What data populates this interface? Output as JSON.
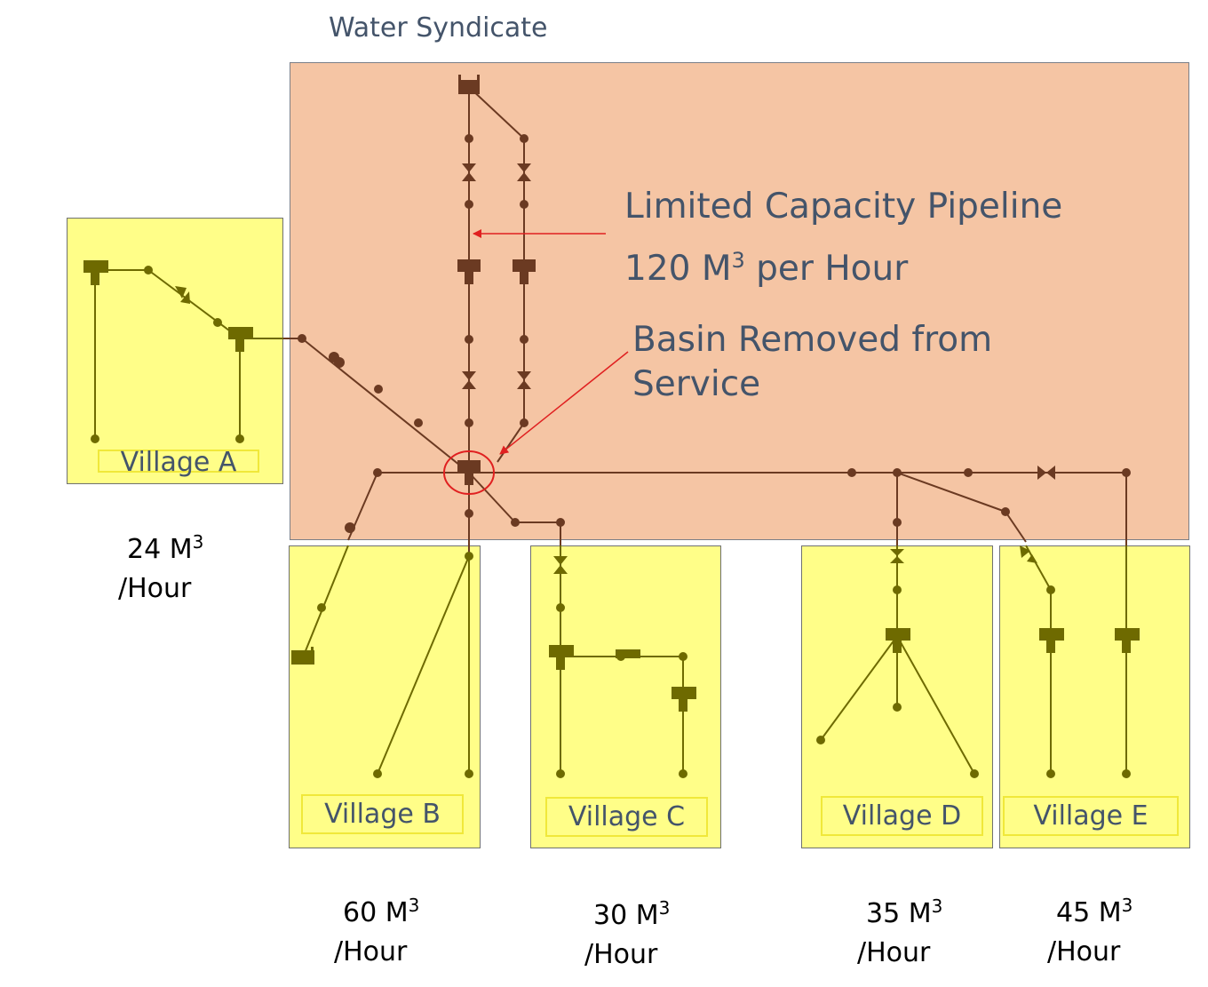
{
  "title": "Water Syndicate",
  "annotations": {
    "pipeline_line1": "Limited Capacity Pipeline",
    "pipeline_line2_prefix": "120 M",
    "pipeline_line2_sup": "3",
    "pipeline_line2_suffix": " per Hour",
    "basin_line1": "Basin Removed from",
    "basin_line2": "Service"
  },
  "villages": [
    {
      "label": "Village A",
      "rate_num": "24 M",
      "rate_sup": "3",
      "rate_unit": "/Hour"
    },
    {
      "label": "Village B",
      "rate_num": "60 M",
      "rate_sup": "3",
      "rate_unit": "/Hour"
    },
    {
      "label": "Village C",
      "rate_num": "30 M",
      "rate_sup": "3",
      "rate_unit": "/Hour"
    },
    {
      "label": "Village D",
      "rate_num": "35 M",
      "rate_sup": "3",
      "rate_unit": "/Hour"
    },
    {
      "label": "Village E",
      "rate_num": "45 M",
      "rate_sup": "3",
      "rate_unit": "/Hour"
    }
  ],
  "colors": {
    "syndicate_fill": "#F5C5A4",
    "village_fill": "#FFFE88",
    "pipe_in_syndicate": "#6B3A22",
    "pipe_in_village": "#6E6A00",
    "arrow": "#E02020"
  }
}
